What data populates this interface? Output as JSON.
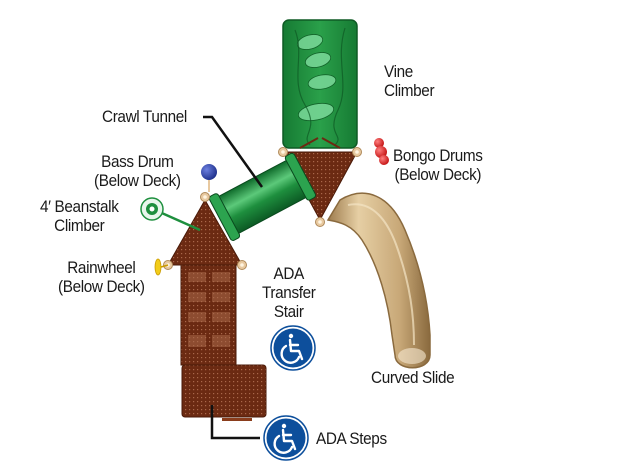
{
  "diagram": {
    "title": "Playground structure component diagram",
    "colors": {
      "deck_brown": "#6b2a12",
      "deck_brown_light": "#8a3d1c",
      "tunnel_green": "#1e8f3e",
      "tunnel_green_light": "#46b765",
      "climber_green": "#1c8a3a",
      "slide_tan": "#c8a878",
      "slide_tan_dark": "#9e7c4e",
      "drum_blue": "#2a3fa0",
      "bongo_red": "#e02020",
      "rainwheel_yellow": "#f2cc1a",
      "ada_blue": "#0d4f9c",
      "label_text": "#1a1a1a",
      "clamp": "#e8c9a0"
    },
    "labels": {
      "vine_climber": [
        "Vine",
        "Climber"
      ],
      "crawl_tunnel": [
        "Crawl Tunnel"
      ],
      "bass_drum": [
        "Bass Drum",
        "(Below Deck)"
      ],
      "bongo_drums": [
        "Bongo Drums",
        "(Below Deck)"
      ],
      "beanstalk_climber": [
        "4′ Beanstalk",
        "Climber"
      ],
      "rainwheel": [
        "Rainwheel",
        "(Below Deck)"
      ],
      "ada_transfer_stair": [
        "ADA",
        "Transfer",
        "Stair"
      ],
      "curved_slide": [
        "Curved Slide"
      ],
      "ada_steps": [
        "ADA Steps"
      ]
    },
    "icons": {
      "ada_transfer_stair_icon": "wheelchair-accessibility-icon",
      "ada_steps_icon": "wheelchair-accessibility-icon"
    }
  }
}
